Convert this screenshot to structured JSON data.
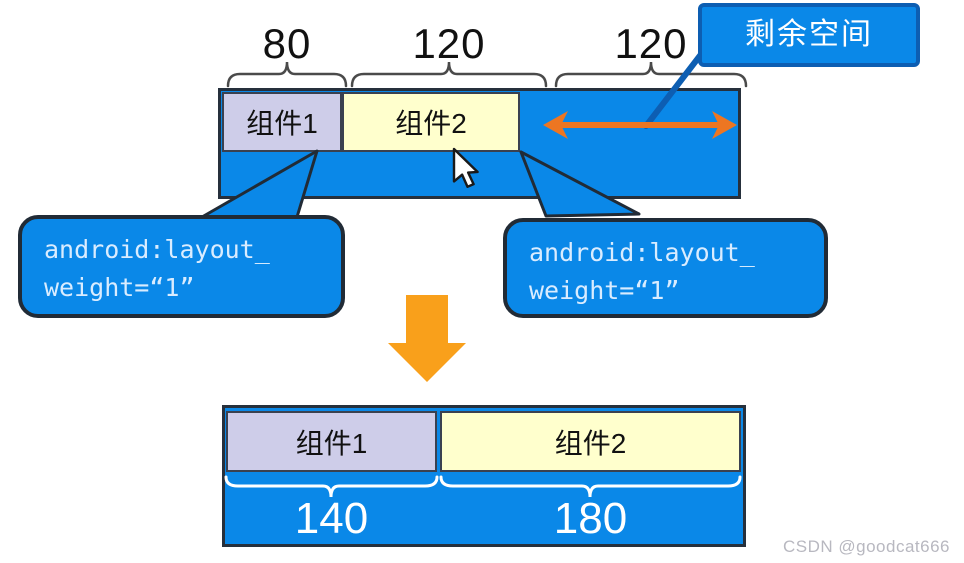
{
  "colors": {
    "primary_blue": "#0A88E8",
    "callout_border_blue": "#0D5EB2",
    "component1_fill": "#CECDE9",
    "component2_fill": "#FFFFCD",
    "double_arrow_orange": "#ED7622",
    "big_arrow_orange": "#F9A01B",
    "dark_border": "#212B36"
  },
  "before_bar": {
    "widths": [
      "80",
      "120",
      "120"
    ],
    "component1_label": "组件1",
    "component2_label": "组件2",
    "remaining_space_label": "剩余空间"
  },
  "code_bubbles": {
    "left": {
      "line1": "android:layout_",
      "line2": "weight=“1”"
    },
    "right": {
      "line1": "android:layout_",
      "line2": "weight=“1”"
    }
  },
  "after_bar": {
    "component1_label": "组件1",
    "component1_width": "140",
    "component2_label": "组件2",
    "component2_width": "180"
  },
  "watermark": "CSDN @goodcat666"
}
